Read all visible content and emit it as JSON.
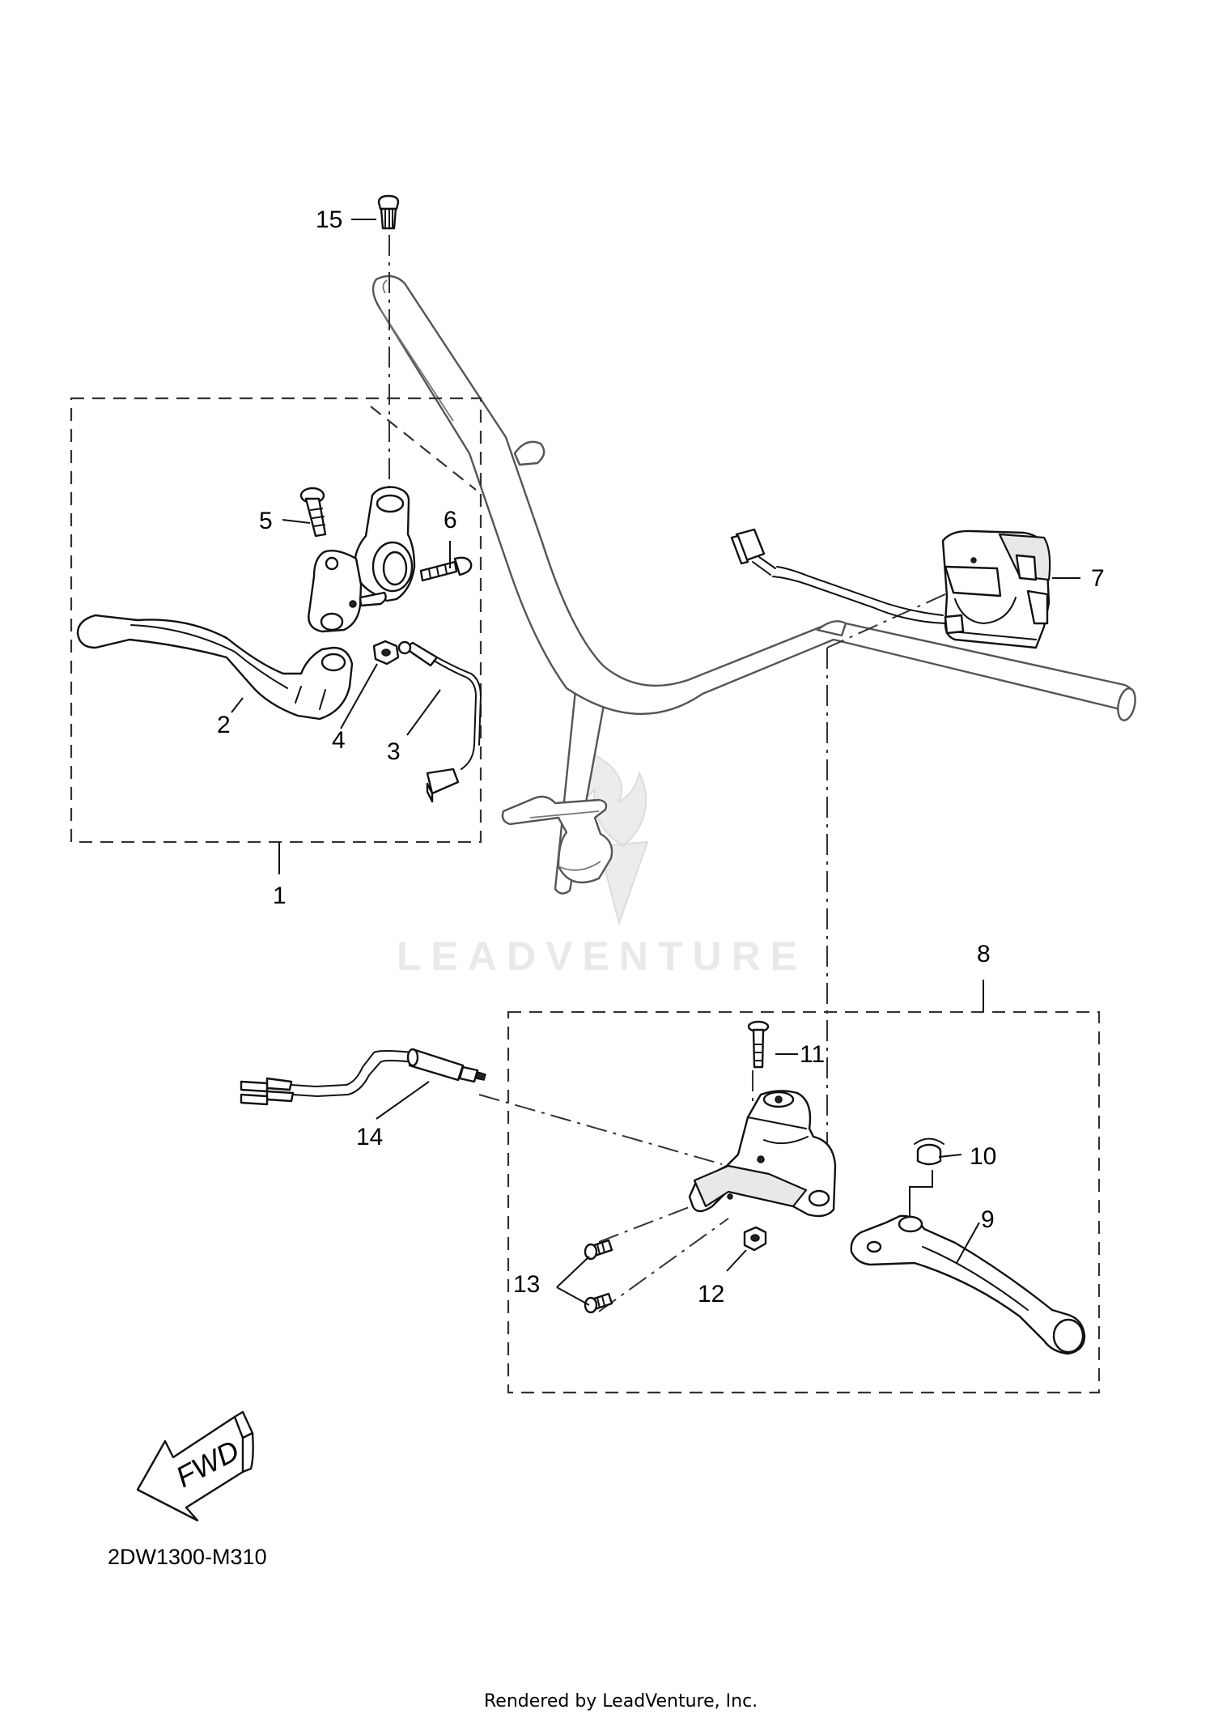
{
  "diagram": {
    "code": "2DW1300-M310",
    "render_credit": "Rendered by LeadVenture, Inc.",
    "watermark": "LEADVENTURE",
    "direction_arrow": "FWD"
  },
  "callouts": [
    {
      "id": "1",
      "label": "1"
    },
    {
      "id": "2",
      "label": "2"
    },
    {
      "id": "3",
      "label": "3"
    },
    {
      "id": "4",
      "label": "4"
    },
    {
      "id": "5",
      "label": "5"
    },
    {
      "id": "6",
      "label": "6"
    },
    {
      "id": "7",
      "label": "7"
    },
    {
      "id": "8",
      "label": "8"
    },
    {
      "id": "9",
      "label": "9"
    },
    {
      "id": "10",
      "label": "10"
    },
    {
      "id": "11",
      "label": "11"
    },
    {
      "id": "12",
      "label": "12"
    },
    {
      "id": "13",
      "label": "13"
    },
    {
      "id": "14",
      "label": "14"
    },
    {
      "id": "15",
      "label": "15"
    }
  ],
  "colors": {
    "line": "#111111",
    "dashed_box": "#333333",
    "watermark": "#e9e9e9",
    "background": "#ffffff"
  }
}
